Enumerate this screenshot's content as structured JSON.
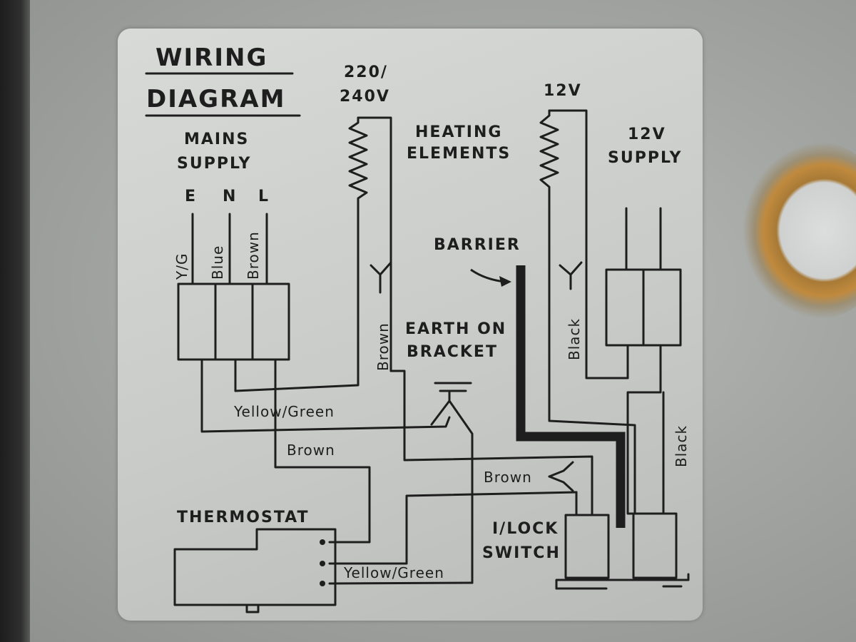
{
  "title": {
    "line1": "WIRING",
    "line2": "DIAGRAM"
  },
  "mains": {
    "line1": "MAINS",
    "line2": "SUPPLY",
    "terminals": [
      "E",
      "N",
      "L"
    ]
  },
  "wire_labels": {
    "yg": "Y/G",
    "blue": "Blue",
    "brown_main": "Brown",
    "brown_element": "Brown",
    "black_element": "Black",
    "black_supply": "Black",
    "yellow_green_top": "Yellow/Green",
    "brown_mid": "Brown",
    "brown_switch": "Brown",
    "yellow_green_bottom": "Yellow/Green"
  },
  "voltage_high": {
    "line1": "220/",
    "line2": "240V"
  },
  "voltage_low": "12V",
  "heating": {
    "line1": "HEATING",
    "line2": "ELEMENTS"
  },
  "supply12": {
    "line1": "12V",
    "line2": "SUPPLY"
  },
  "barrier": "BARRIER",
  "earth": {
    "line1": "EARTH ON",
    "line2": "BRACKET"
  },
  "thermostat": "THERMOSTAT",
  "switch": {
    "line1": "I/LOCK",
    "line2": "SWITCH"
  },
  "colors": {
    "ink": "#1e1e1e",
    "plate": "#cfd1cf",
    "rust": "#b07e38"
  }
}
